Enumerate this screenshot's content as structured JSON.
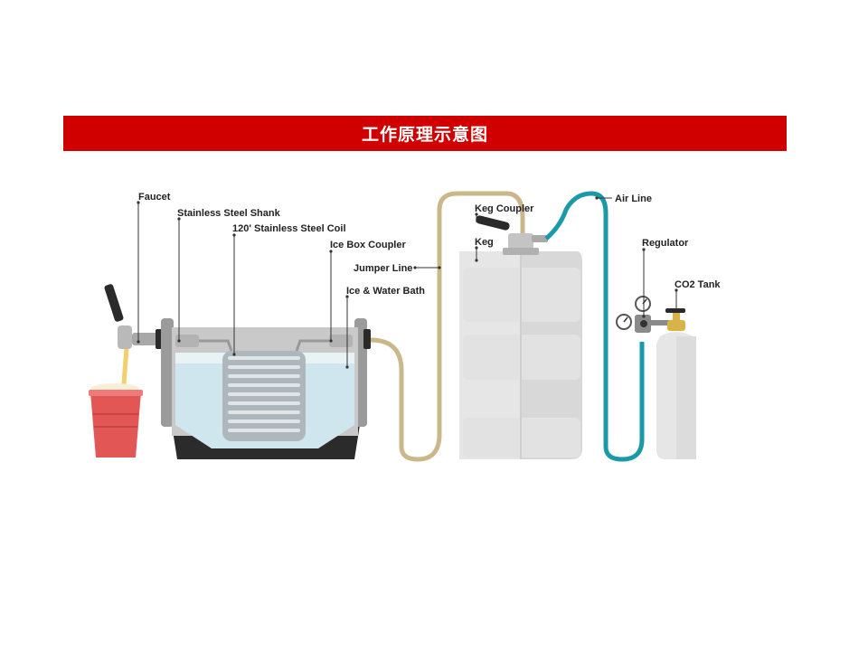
{
  "title": "工作原理示意图",
  "labels": {
    "faucet": "Faucet",
    "shank": "Stainless Steel Shank",
    "coil": "120' Stainless Steel Coil",
    "ice_box_coupler": "Ice Box Coupler",
    "jumper_line": "Jumper Line",
    "ice_water_bath": "Ice & Water Bath",
    "keg_coupler": "Keg Coupler",
    "keg": "Keg",
    "air_line": "Air Line",
    "regulator": "Regulator",
    "co2_tank": "CO2 Tank"
  },
  "colors": {
    "title_bar": "#d10000",
    "cup": "#e25656",
    "beer": "#f2d06b",
    "water": "#cfe6ee",
    "coil": "#9aa4aa",
    "keg": "#e3e3e3",
    "jumper_line": "#cbb88a",
    "air_line": "#1a9aa8",
    "co2_tank": "#e6e6e6"
  }
}
